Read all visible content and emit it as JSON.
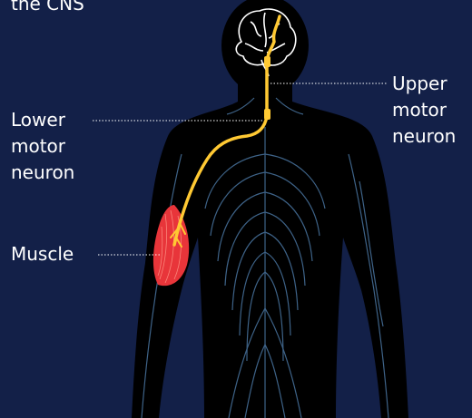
{
  "labels": {
    "cns_fragment": "the CNS",
    "upper": [
      "Upper",
      "motor",
      "neuron"
    ],
    "lower": [
      "Lower",
      "motor",
      "neuron"
    ],
    "muscle": "Muscle"
  },
  "colors": {
    "background": "#132048",
    "body": "#000000",
    "nerves": "#3e6388",
    "neuron": "#ffc933",
    "muscle": "#e8353a",
    "leader": "#ffffff"
  },
  "icons": {
    "body": "human-silhouette-icon",
    "brain": "brain-icon",
    "muscle": "arm-muscle-icon"
  }
}
